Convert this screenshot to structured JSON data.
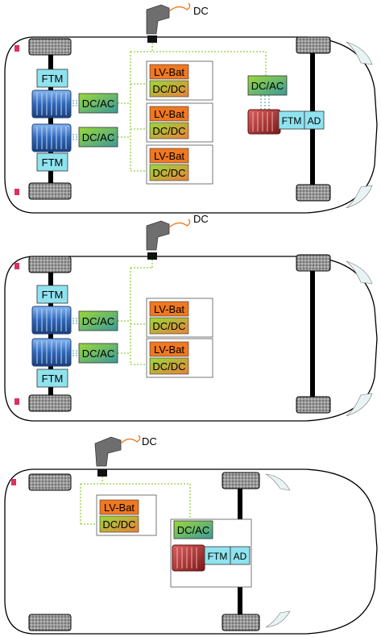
{
  "labels": {
    "dc": "DC",
    "ftm": "FTM",
    "dcac": "DC/AC",
    "lvbat": "LV-Bat",
    "dcdc": "DC/DC",
    "ad": "AD"
  },
  "colors": {
    "car_outline": "#000000",
    "tire_fill": "#8c8c8c",
    "axle": "#000000",
    "ftm_fill": "#8fe3ef",
    "lvbat_fill": "#f07820",
    "dcdc_grad_start": "#9ad83a",
    "dcdc_grad_end": "#e8803a",
    "dcac_grad_start": "#9ad83a",
    "dcac_grad_end": "#4aa0a0",
    "hv_line": "#8ed23c",
    "lv_line": "#f07820",
    "motor_blue": "#3a78c8",
    "motor_red": "#b03030",
    "charger_body": "#6e6e6e",
    "cable": "#f07820",
    "headlight": "#e8f4f4",
    "tail_marker": "#e03060"
  },
  "icons": [
    "charger-plug-icon",
    "electric-motor-icon",
    "tire-icon"
  ]
}
